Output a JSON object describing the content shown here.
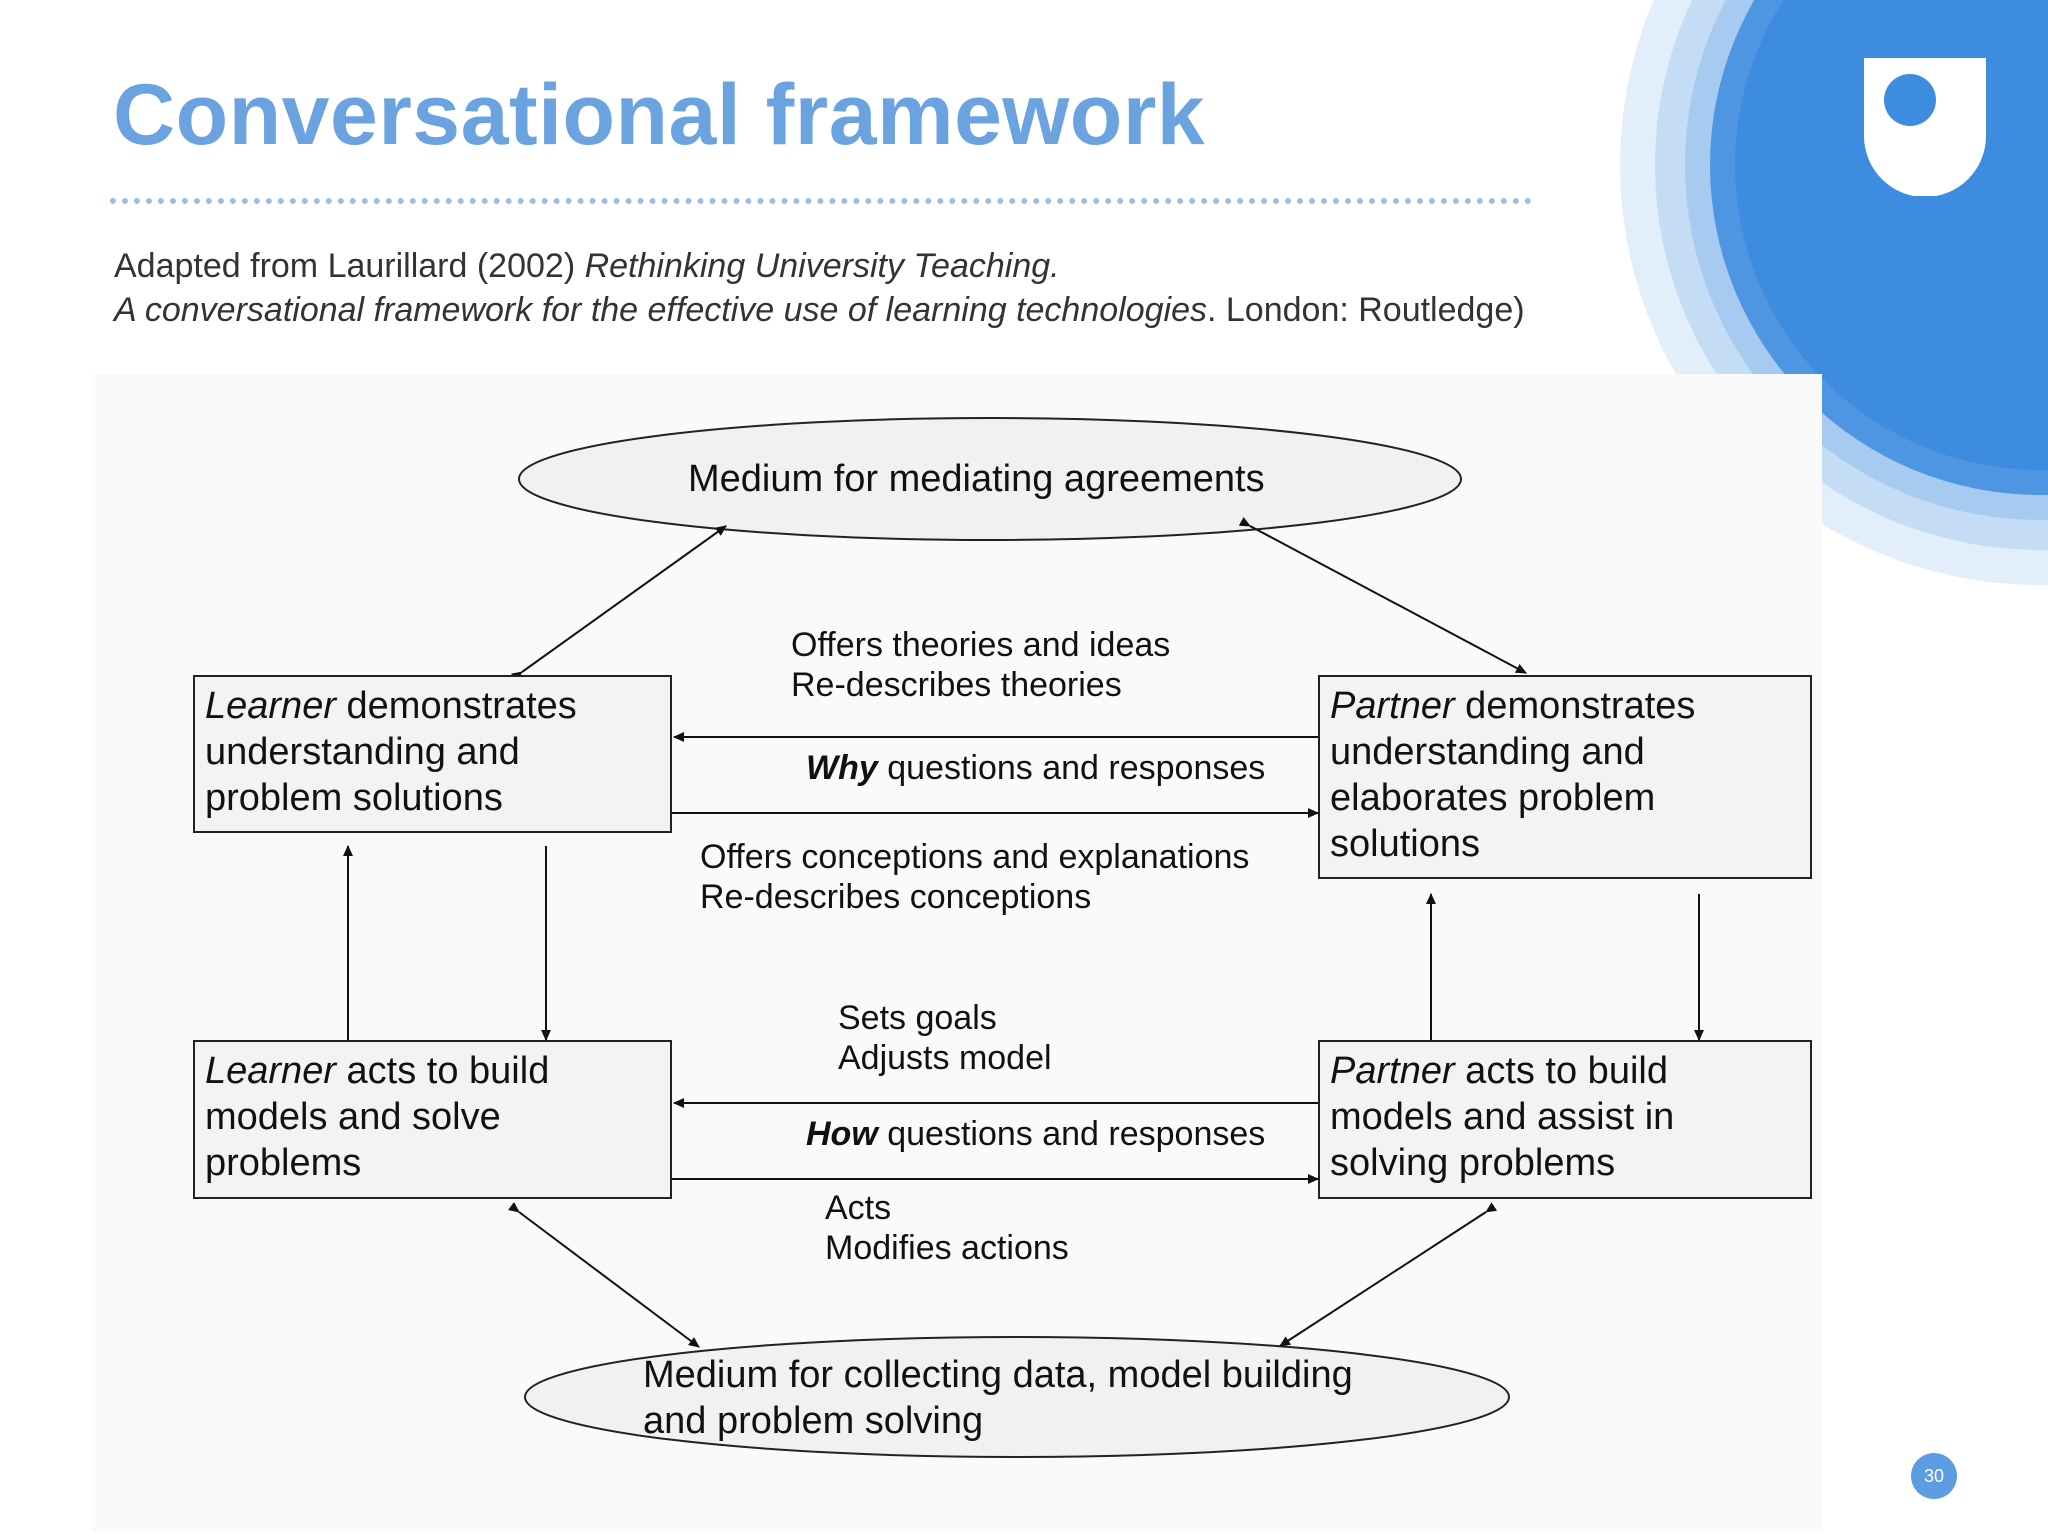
{
  "slide": {
    "title": "Conversational framework",
    "citation": {
      "line1_plain": "Adapted from Laurillard (2002) ",
      "line1_italic": "Rethinking University Teaching.",
      "line2_italic": "A conversational framework for the effective use of learning technologies",
      "line2_plain": ". London: Routledge)"
    },
    "page_number": "30",
    "accent_color": "#6aa3e0",
    "logo_icon": "open-university-shield-logo-icon"
  },
  "diagram": {
    "top_ellipse": "Medium for mediating agreements",
    "bottom_ellipse": {
      "line1": "Medium for collecting data, model building",
      "line2": "and problem solving"
    },
    "learner_top": {
      "actor": "Learner",
      "rest": " demonstrates understanding and problem solutions"
    },
    "partner_top": {
      "actor": "Partner",
      "rest": " demonstrates understanding and elaborates  problem solutions"
    },
    "learner_bottom": {
      "actor": "Learner",
      "rest": " acts to build models and solve problems"
    },
    "partner_bottom": {
      "actor": "Partner",
      "rest": " acts to build models and assist in solving problems"
    },
    "upper_labels": {
      "above_1": "Offers theories and ideas",
      "above_2": "Re-describes theories",
      "middle_bold": "Why",
      "middle_rest": " questions and responses",
      "below_1": "Offers conceptions and explanations",
      "below_2": "Re-describes conceptions"
    },
    "lower_labels": {
      "above_1": "Sets goals",
      "above_2": "Adjusts model",
      "middle_bold": "How",
      "middle_rest": " questions and responses",
      "below_1": "Acts",
      "below_2": "Modifies actions"
    }
  }
}
